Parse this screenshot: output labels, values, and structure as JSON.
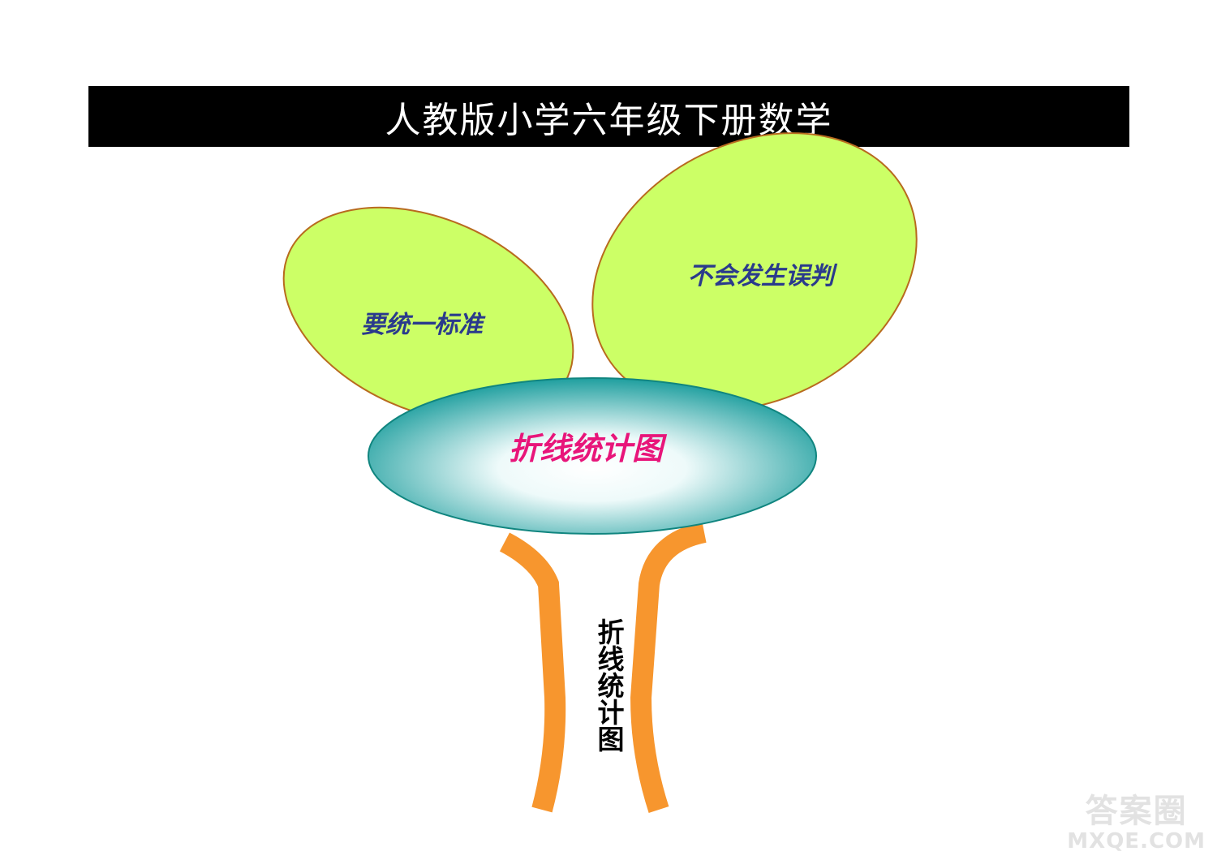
{
  "title": "人教版小学六年级下册数学",
  "center": {
    "label": "折线统计图",
    "label_color": "#e8157a"
  },
  "leaves": [
    {
      "label": "要统一标准",
      "label_color": "#2a3a8c"
    },
    {
      "label": "不会发生误判",
      "label_color": "#2a3a8c"
    }
  ],
  "stem": {
    "label": "折线统计图"
  },
  "watermark": {
    "top": "答案圈",
    "bottom": "MXQE.COM"
  },
  "colors": {
    "leaf_fill": "#ccff66",
    "leaf_stroke": "#b86a1e",
    "center_edge": "#149a9a",
    "center_core": "#ffffff",
    "stem": "#f7962e",
    "title_bg": "#000000",
    "title_text": "#ffffff"
  }
}
